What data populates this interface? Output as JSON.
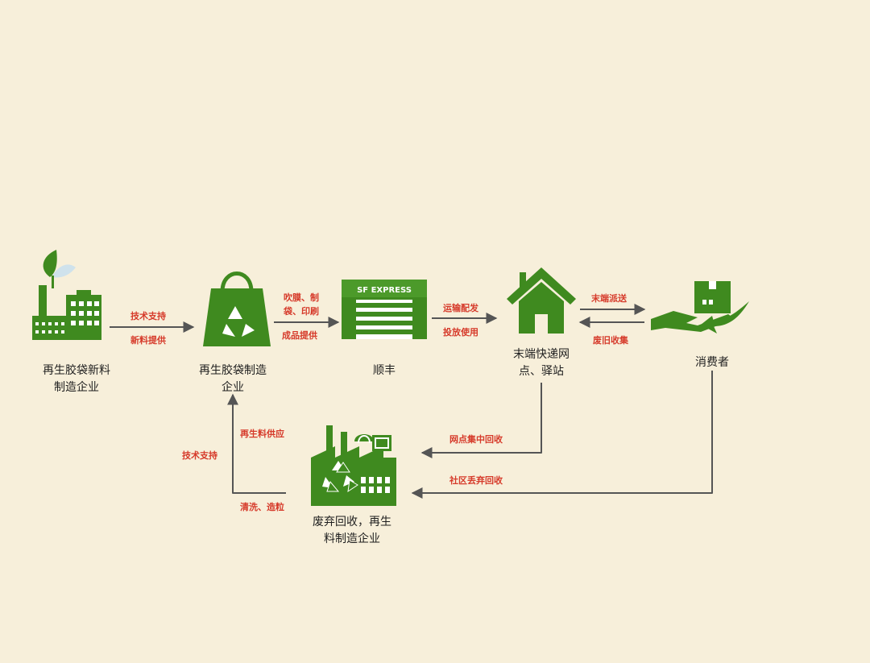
{
  "colors": {
    "background": "#f7efda",
    "icon_green": "#3f8a1f",
    "arrow_gray": "#555555",
    "edge_text_red": "#d63a2a",
    "node_text": "#1f1f1f"
  },
  "nodes": {
    "new_material_company": {
      "label_line1": "再生胶袋新料",
      "label_line2": "制造企业",
      "icon": "factory-with-leaf-icon"
    },
    "bag_manufacturer": {
      "label_line1": "再生胶袋制造",
      "label_line2": "企业",
      "icon": "recycle-bag-icon"
    },
    "sf_express": {
      "label": "顺丰",
      "icon_text": "SF EXPRESS",
      "icon": "warehouse-icon"
    },
    "delivery_point": {
      "label_line1": "末端快递网",
      "label_line2": "点、驿站",
      "icon": "house-icon"
    },
    "consumer": {
      "label": "消费者",
      "icon": "hand-with-box-icon"
    },
    "recycling_company": {
      "label_line1": "废弃回收，再生",
      "label_line2": "料制造企业",
      "icon": "recycling-factory-icon"
    }
  },
  "edges": {
    "e1": {
      "top": "技术支持",
      "bottom": "新料提供"
    },
    "e2": {
      "top1": "吹膜、制",
      "top2": "袋、印刷",
      "bottom": "成品提供"
    },
    "e3": {
      "top": "运输配发",
      "bottom": "投放使用"
    },
    "e4": {
      "top": "末端派送",
      "bottom": "废旧收集"
    },
    "e5": {
      "label": "网点集中回收"
    },
    "e6": {
      "label": "社区丢弃回收"
    },
    "e7": {
      "right_top": "再生料供应",
      "left": "技术支持",
      "right_bottom": "清洗、造粒"
    }
  }
}
